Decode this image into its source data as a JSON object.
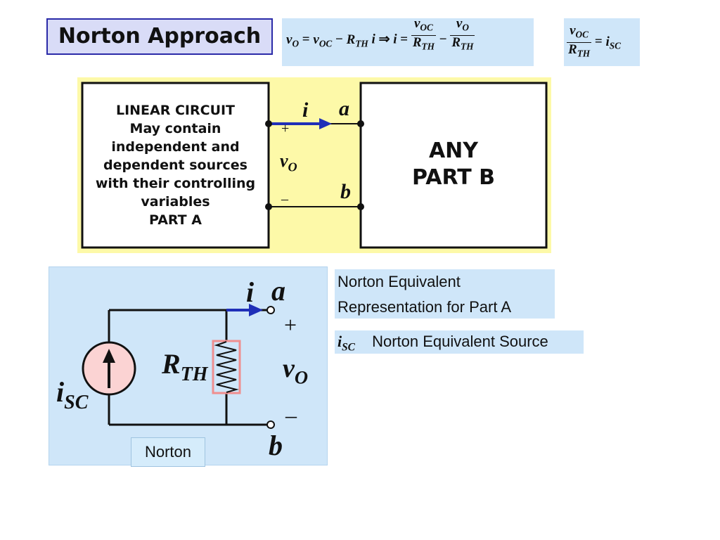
{
  "slide": {
    "title": "Norton Approach",
    "equation_main": {
      "vo": "v",
      "vo_sub": "O",
      "voc": "v",
      "voc_sub": "OC",
      "rth": "R",
      "rth_sub": "TH",
      "i": "i"
    },
    "equation_right": {
      "voc": "v",
      "voc_sub": "OC",
      "rth": "R",
      "rth_sub": "TH",
      "isc": "i",
      "isc_sub": "SC"
    }
  },
  "top_circuit": {
    "part_a_lines": [
      "LINEAR CIRCUIT",
      "May contain",
      "independent and",
      "dependent sources",
      "with their controlling",
      "variables",
      "PART  A"
    ],
    "part_b_lines": [
      "ANY",
      "PART  B"
    ],
    "current_label": "i",
    "node_a": "a",
    "node_b": "b",
    "voltage_label": "v",
    "voltage_sub": "O",
    "plus": "+",
    "minus": "–"
  },
  "norton_circuit": {
    "current_label": "i",
    "node_a": "a",
    "node_b": "b",
    "voltage_label": "v",
    "voltage_sub": "O",
    "resistor_label": "R",
    "resistor_sub": "TH",
    "source_label": "i",
    "source_sub": "SC",
    "plus": "+",
    "minus": "–",
    "tag": "Norton"
  },
  "notes": {
    "equivalent_line1": "Norton  Equivalent",
    "equivalent_line2": "Representation  for  Part  A",
    "isc_symbol": "i",
    "isc_sub": "SC",
    "source_text": "Norton  Equivalent Source"
  },
  "colors": {
    "title_bg": "#d9dcf7",
    "title_border": "#2b2ba8",
    "equation_bg": "#cfe6f9",
    "circuit_yellow": "#fdf9a8",
    "panel_blue": "#cfe6f9",
    "arrow_blue": "#1f2fb8",
    "source_pink": "#fbd3d3",
    "resistor_outline": "#ef8f8f"
  }
}
